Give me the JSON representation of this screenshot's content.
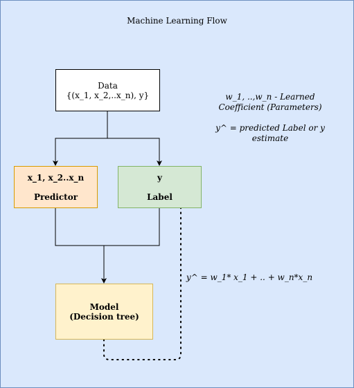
{
  "diagram": {
    "title": "Machine Learning Flow",
    "data_node": {
      "line1": "Data",
      "line2": "{(x_1, x_2,..x_n), y}"
    },
    "predictor_node": {
      "line1": "x_1, x_2..x_n",
      "line2": "Predictor"
    },
    "label_node": {
      "line1": "y",
      "line2": "Label"
    },
    "model_node": {
      "line1": "Model",
      "line2": "(Decision tree)"
    },
    "notes": {
      "coefficients_line1": "w_1, ..,w_n - Learned",
      "coefficients_line2": "Coefficient (Parameters)",
      "prediction_line1": "y^ = predicted Label or y",
      "prediction_line2": "estimate",
      "equation": "y^ = w_1* x_1 + .. + w_n*x_n"
    }
  },
  "colors": {
    "background": "#dae8fc",
    "predictor_fill": "#ffe6cc",
    "label_fill": "#d5e8d4",
    "model_fill": "#fff2cc"
  }
}
